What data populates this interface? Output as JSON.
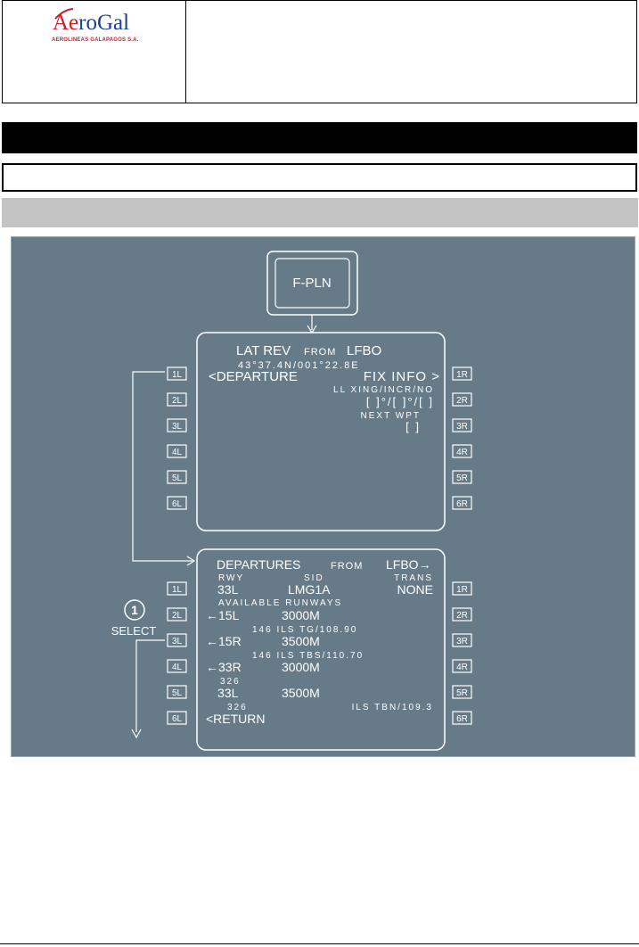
{
  "logo": {
    "name_prefix": "Ae",
    "name_rest": "roGal",
    "tagline": "AEROLINEAS GALAPAGOS S.A."
  },
  "colors": {
    "figure_bg": "#667a88",
    "mcdu_text": "#ffffff",
    "black_bar": "#000000",
    "gray_bar": "#c4c4c4",
    "logo_blue": "#1d3f91",
    "logo_red": "#c8202a"
  },
  "diagram": {
    "fpln_key": "F-PLN",
    "screen1": {
      "title_a": "LAT REV",
      "title_b": "FROM",
      "title_c": "LFBO",
      "coords": "43°37.4N/001°22.8E",
      "l1_left": "<DEPARTURE",
      "l1_right": "FIX INFO >",
      "ll_header": "LL XING/INCR/NO",
      "ll_fields": "[  ]°/[  ]°/[  ]",
      "next_wpt": "NEXT WPT",
      "next_field": "[      ]"
    },
    "screen2": {
      "title_a": "DEPARTURES",
      "title_b": "FROM",
      "title_c": "LFBO→",
      "hdr_rwy": "RWY",
      "hdr_sid": "SID",
      "hdr_trans": "TRANS",
      "rwy": "33L",
      "sid": "LMG1A",
      "trans": "NONE",
      "available": "AVAILABLE RUNWAYS",
      "runways": [
        {
          "name": "←15L",
          "len": "3000M",
          "detail": "146   ILS TG/108.90"
        },
        {
          "name": "←15R",
          "len": "3500M",
          "detail": "146   ILS TBS/110.70"
        },
        {
          "name": "←33R",
          "len": "3000M",
          "detail": "326"
        },
        {
          "name": "33L",
          "len": "3500M",
          "detail": "326"
        }
      ],
      "last_ils": "ILS TBN/109.3",
      "return": "<RETURN"
    },
    "left_keys": [
      "1L",
      "2L",
      "3L",
      "4L",
      "5L",
      "6L"
    ],
    "right_keys": [
      "1R",
      "2R",
      "3R",
      "4R",
      "5R",
      "6R"
    ],
    "step_number": "1",
    "step_label": "SELECT"
  }
}
